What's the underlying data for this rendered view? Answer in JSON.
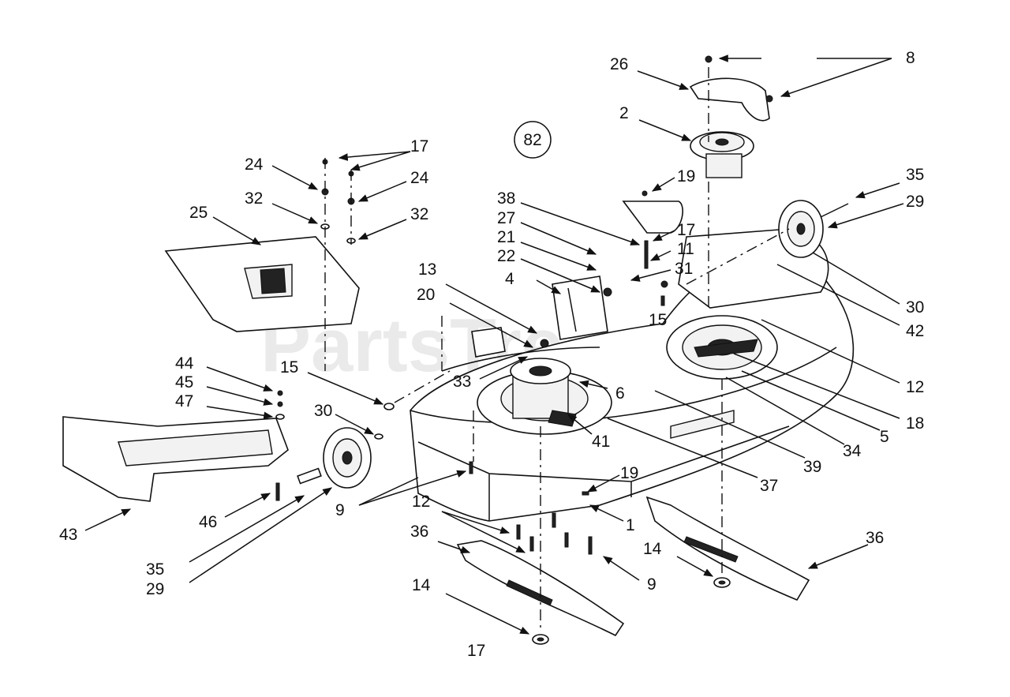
{
  "diagram": {
    "circled_ref": "82",
    "watermark": "PartsTree",
    "callouts": [
      "8",
      "26",
      "2",
      "19",
      "35",
      "29",
      "17",
      "11",
      "31",
      "30",
      "42",
      "38",
      "27",
      "21",
      "22",
      "13",
      "4",
      "20",
      "15",
      "12",
      "18",
      "5",
      "34",
      "39",
      "37",
      "6",
      "33",
      "41",
      "17",
      "24",
      "24",
      "32",
      "32",
      "25",
      "44",
      "45",
      "47",
      "15",
      "30",
      "43",
      "46",
      "35",
      "29",
      "9",
      "12",
      "19",
      "1",
      "36",
      "14",
      "36",
      "14",
      "9",
      "17"
    ]
  }
}
